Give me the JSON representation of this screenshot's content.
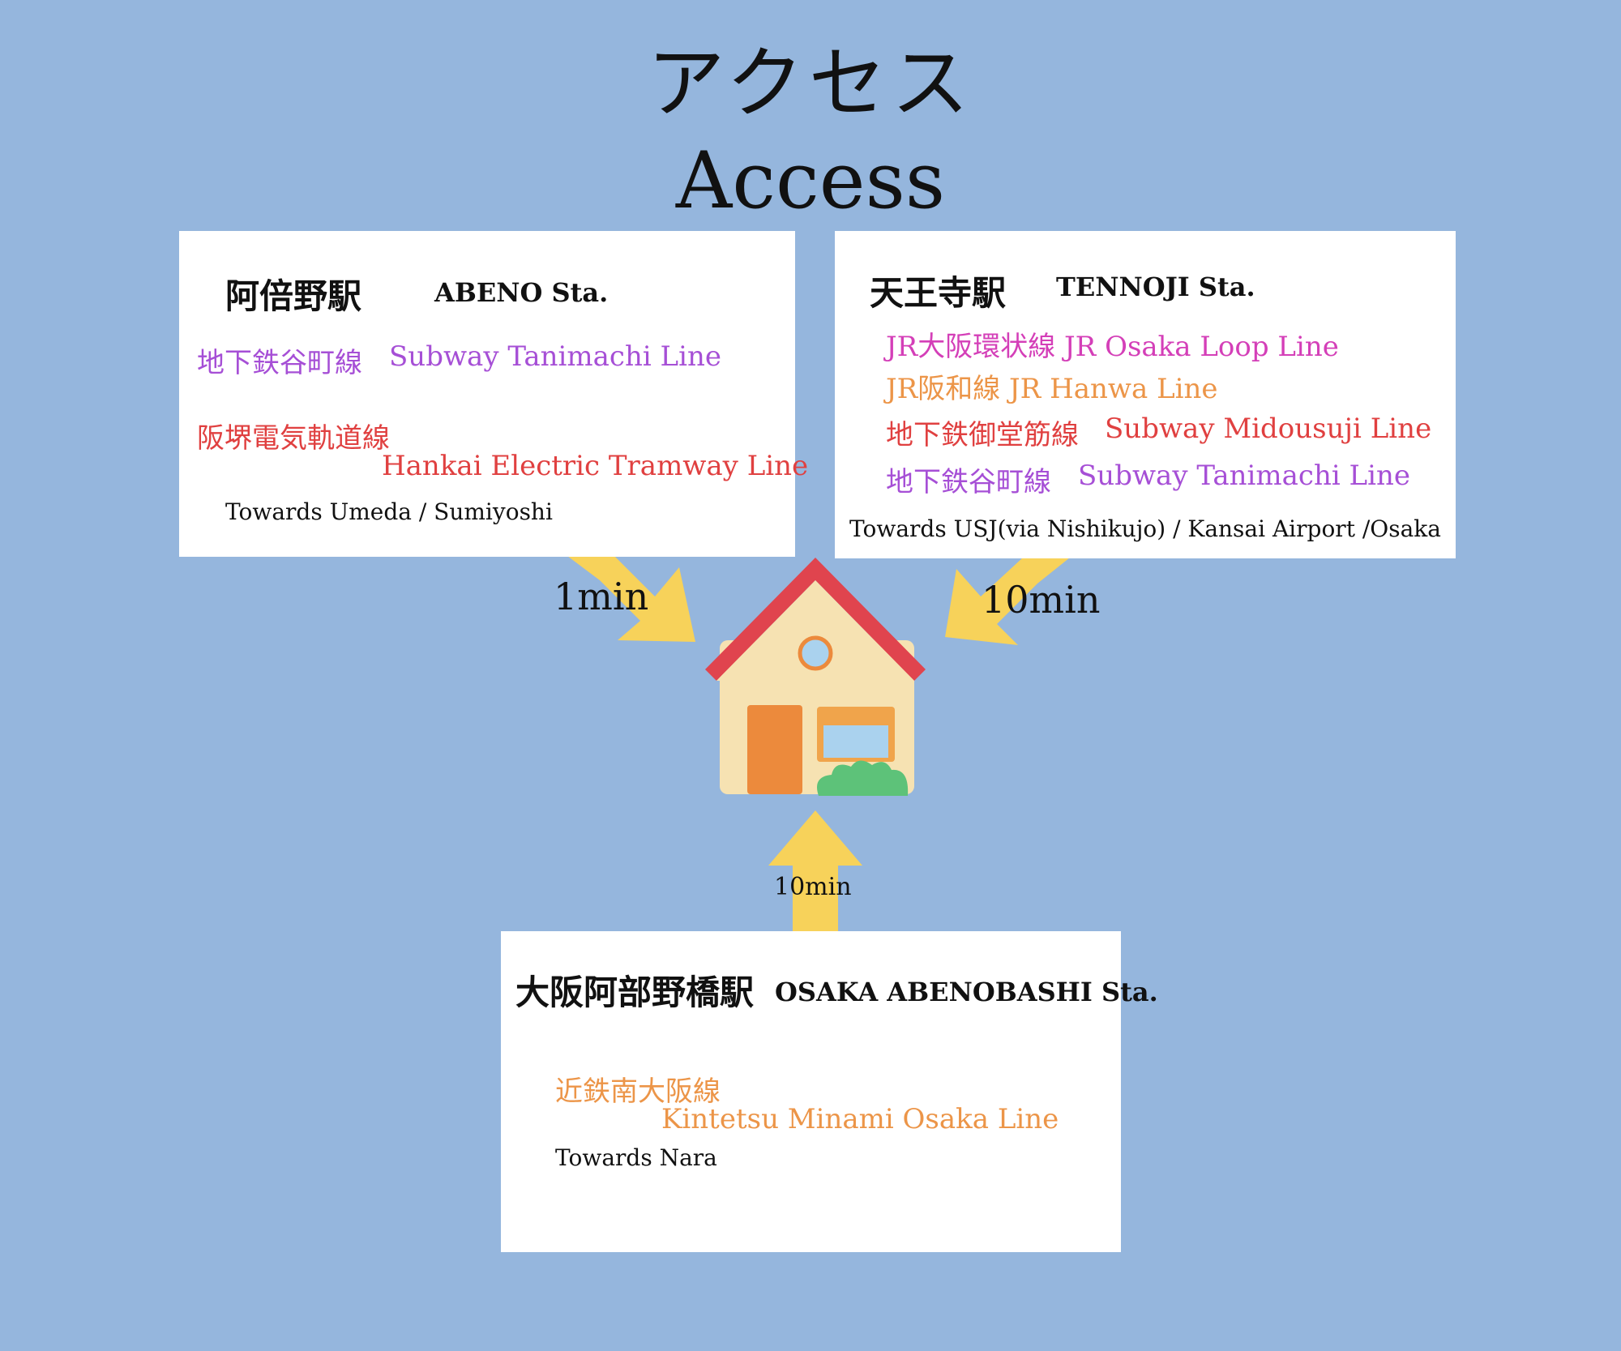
{
  "header": {
    "title_jp": "アクセス",
    "title_en": "Access"
  },
  "colors": {
    "background": "#95b6dd",
    "magenta": "#d43fb8",
    "purple": "#a64fd6",
    "red": "#e04040",
    "orange": "#ec9548",
    "arrow": "#f7d25a",
    "roof": "#e0444e",
    "house_wall": "#f6e2b2",
    "door": "#ec8a3c",
    "window_frame": "#f0a44b",
    "window_glass": "#aad2ee",
    "bush": "#5dc279"
  },
  "stations": {
    "abeno": {
      "name_jp": "阿倍野駅",
      "name_en": "ABENO Sta.",
      "line1_jp": "地下鉄谷町線",
      "line1_en": "Subway  Tanimachi Line",
      "line2_jp": "阪堺電気軌道線",
      "line2_en": "Hankai Electric Tramway Line",
      "towards": "Towards Umeda / Sumiyoshi",
      "time": "1min"
    },
    "tennoji": {
      "name_jp": "天王寺駅",
      "name_en": "TENNOJI Sta.",
      "line1": "JR大阪環状線  JR Osaka Loop Line",
      "line2": "JR阪和線  JR Hanwa Line",
      "line3_jp": "地下鉄御堂筋線",
      "line3_en": "Subway  Midousuji Line",
      "line4_jp": "地下鉄谷町線",
      "line4_en": "Subway  Tanimachi Line",
      "towards": "Towards USJ(via Nishikujo) / Kansai Airport /Osaka",
      "time": "10min"
    },
    "abenobashi": {
      "name_jp": "大阪阿部野橋駅",
      "name_en": "OSAKA ABENOBASHI Sta.",
      "line1_jp": "近鉄南大阪線",
      "line1_en": "Kintetsu Minami Osaka Line",
      "towards": "Towards Nara",
      "time": "10min"
    }
  },
  "icons": {
    "house": "house-icon",
    "arrow": "arrow-icon"
  }
}
